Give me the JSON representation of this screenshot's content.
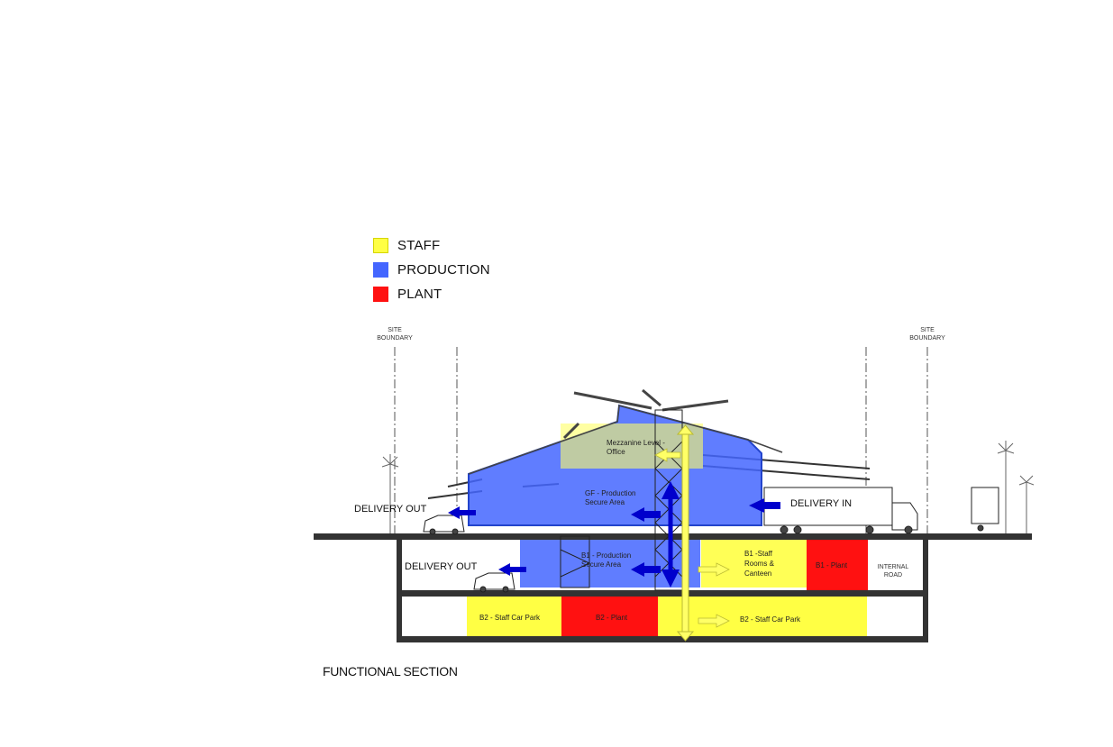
{
  "legend": [
    {
      "label": "STAFF",
      "color": "#ffff44"
    },
    {
      "label": "PRODUCTION",
      "color": "#4466ff"
    },
    {
      "label": "PLANT",
      "color": "#ff1111"
    }
  ],
  "colors": {
    "staff": "#ffff44",
    "production": "#4466ff",
    "plant": "#ff1111",
    "arrow_blue": "#0000cc",
    "arrow_yellow": "#ffff66"
  },
  "boundaries": {
    "site_boundary_left": [
      "SITE",
      "BOUNDARY"
    ],
    "site_boundary_right": [
      "SITE",
      "BOUNDARY"
    ],
    "internal_road": [
      "INTERNAL",
      "ROAD"
    ]
  },
  "zones": {
    "mezzanine": [
      "Mezzanine Level -",
      "Office"
    ],
    "gf_production": [
      "GF - Production",
      "Secure Area"
    ],
    "b1_production": [
      "B1 - Production",
      "Secure Area"
    ],
    "b1_staff": [
      "B1 -Staff",
      "Rooms &",
      "Canteen"
    ],
    "b1_plant": "B1 - Plant",
    "b2_car_park_left": "B2 - Staff Car Park",
    "b2_plant": "B2 - Plant",
    "b2_car_park_right": "B2 - Staff Car Park"
  },
  "flows": {
    "delivery_out_ground": "DELIVERY OUT",
    "delivery_out_basement": "DELIVERY OUT",
    "delivery_in": "DELIVERY IN"
  },
  "caption": "FUNCTIONAL SECTION"
}
